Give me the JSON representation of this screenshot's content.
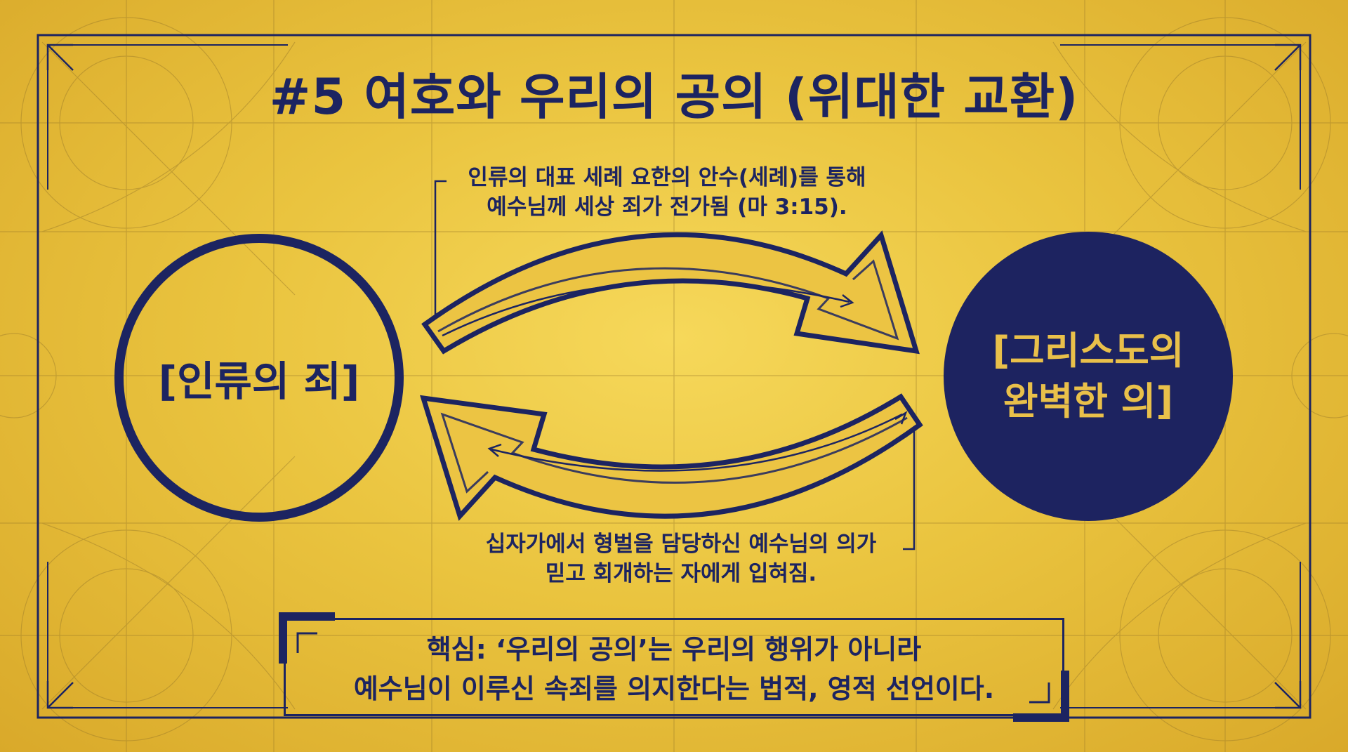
{
  "title": "#5 여호와 우리의 공의 (위대한 교환)",
  "top_caption": {
    "line1": "인류의 대표 세례 요한의 안수(세례)를 통해",
    "line2": "예수님께 세상 죄가 전가됨 (마 3:15)."
  },
  "bottom_caption": {
    "line1": "십자가에서 형벌을 담당하신 예수님의 의가",
    "line2": "믿고 회개하는 자에게 입혀짐."
  },
  "left_circle": {
    "label": "[인류의 죄]"
  },
  "right_circle": {
    "line1": "[그리스도의",
    "line2": "완벽한 의]"
  },
  "key_message": {
    "line1": "핵심: ‘우리의 공의’는 우리의 행위가 아니라",
    "line2": "예수님이 이루신 속죄를 의지한다는 법적, 영적 선언이다."
  },
  "colors": {
    "navy": "#1c2461",
    "gold_background": "#eac43f",
    "gold_text": "#e9c04a"
  }
}
